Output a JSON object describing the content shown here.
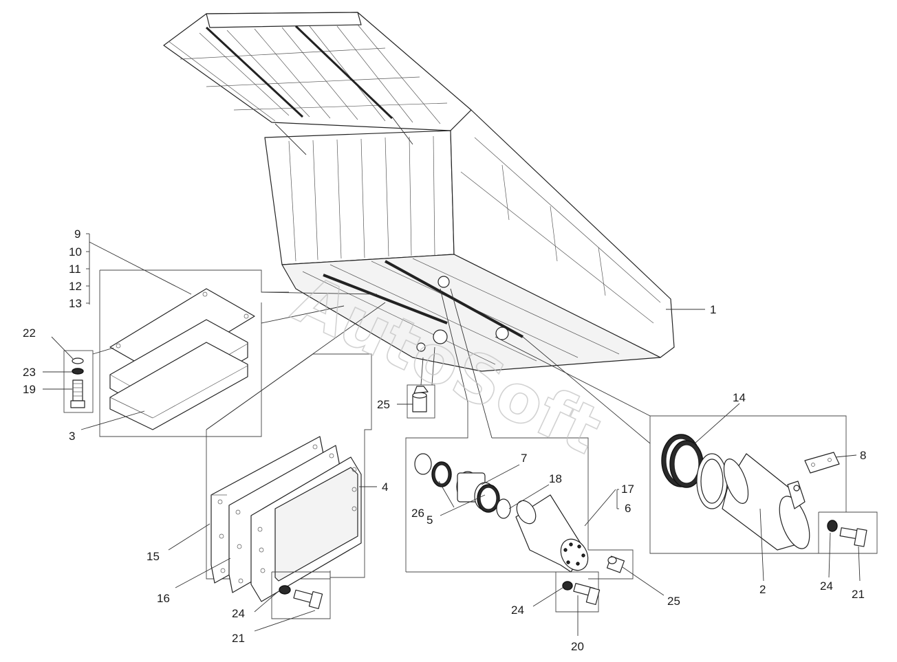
{
  "watermark": "AutoSoft",
  "callouts": [
    {
      "id": "c1",
      "text": "1"
    },
    {
      "id": "c9",
      "text": "9"
    },
    {
      "id": "c10",
      "text": "10"
    },
    {
      "id": "c11",
      "text": "11"
    },
    {
      "id": "c12",
      "text": "12"
    },
    {
      "id": "c13",
      "text": "13"
    },
    {
      "id": "c22",
      "text": "22"
    },
    {
      "id": "c23",
      "text": "23"
    },
    {
      "id": "c19",
      "text": "19"
    },
    {
      "id": "c3",
      "text": "3"
    },
    {
      "id": "c25a",
      "text": "25"
    },
    {
      "id": "c14",
      "text": "14"
    },
    {
      "id": "c8",
      "text": "8"
    },
    {
      "id": "c7",
      "text": "7"
    },
    {
      "id": "c18",
      "text": "18"
    },
    {
      "id": "c17",
      "text": "17"
    },
    {
      "id": "c6",
      "text": "6"
    },
    {
      "id": "c26",
      "text": "26"
    },
    {
      "id": "c5",
      "text": "5"
    },
    {
      "id": "c4",
      "text": "4"
    },
    {
      "id": "c15",
      "text": "15"
    },
    {
      "id": "c16",
      "text": "16"
    },
    {
      "id": "c24a",
      "text": "24"
    },
    {
      "id": "c21a",
      "text": "21"
    },
    {
      "id": "c24b",
      "text": "24"
    },
    {
      "id": "c20",
      "text": "20"
    },
    {
      "id": "c25b",
      "text": "25"
    },
    {
      "id": "c2",
      "text": "2"
    },
    {
      "id": "c24c",
      "text": "24"
    },
    {
      "id": "c21b",
      "text": "21"
    }
  ]
}
